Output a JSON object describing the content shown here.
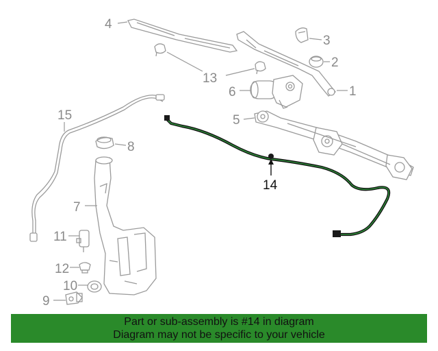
{
  "callouts": {
    "c1": "1",
    "c2": "2",
    "c3": "3",
    "c4": "4",
    "c5": "5",
    "c6": "6",
    "c7": "7",
    "c8": "8",
    "c9": "9",
    "c10": "10",
    "c11": "11",
    "c12": "12",
    "c13": "13",
    "c14": "14",
    "c15": "15"
  },
  "highlight": {
    "part_number": "14",
    "color": "#2a8a2a"
  },
  "banner": {
    "line1": "Part or sub-assembly is #14 in diagram",
    "line2": "Diagram may not be specific to your vehicle"
  }
}
